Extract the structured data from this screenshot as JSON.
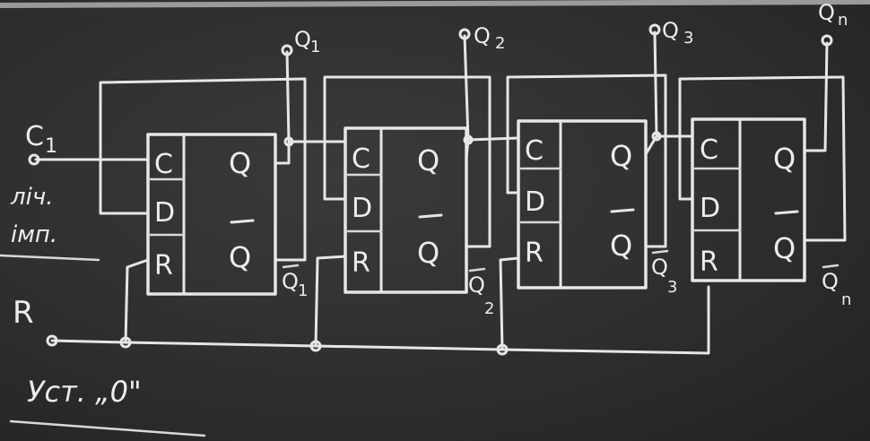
{
  "diagram": {
    "input_clock": {
      "label": "C",
      "subscript": "1",
      "note_line1": "лiч.",
      "note_line2": "iмп."
    },
    "input_reset": {
      "label": "R",
      "note": "Уст. „0\""
    },
    "flipflops": [
      {
        "pin_c": "C",
        "pin_d": "D",
        "pin_r": "R",
        "out_q": "Q",
        "out_qbar": "Q",
        "top_label": "Q",
        "top_sub": "1",
        "bottom_label": "Q",
        "bottom_sub": "1"
      },
      {
        "pin_c": "C",
        "pin_d": "D",
        "pin_r": "R",
        "out_q": "Q",
        "out_qbar": "Q",
        "top_label": "Q",
        "top_sub": "2",
        "bottom_label": "Q",
        "bottom_sub": "2"
      },
      {
        "pin_c": "C",
        "pin_d": "D",
        "pin_r": "R",
        "out_q": "Q",
        "out_qbar": "Q",
        "top_label": "Q",
        "top_sub": "3",
        "bottom_label": "Q",
        "bottom_sub": "3"
      },
      {
        "pin_c": "C",
        "pin_d": "D",
        "pin_r": "R",
        "out_q": "Q",
        "out_qbar": "Q",
        "top_label": "Q",
        "top_sub": "n",
        "bottom_label": "Q",
        "bottom_sub": "n"
      }
    ]
  }
}
